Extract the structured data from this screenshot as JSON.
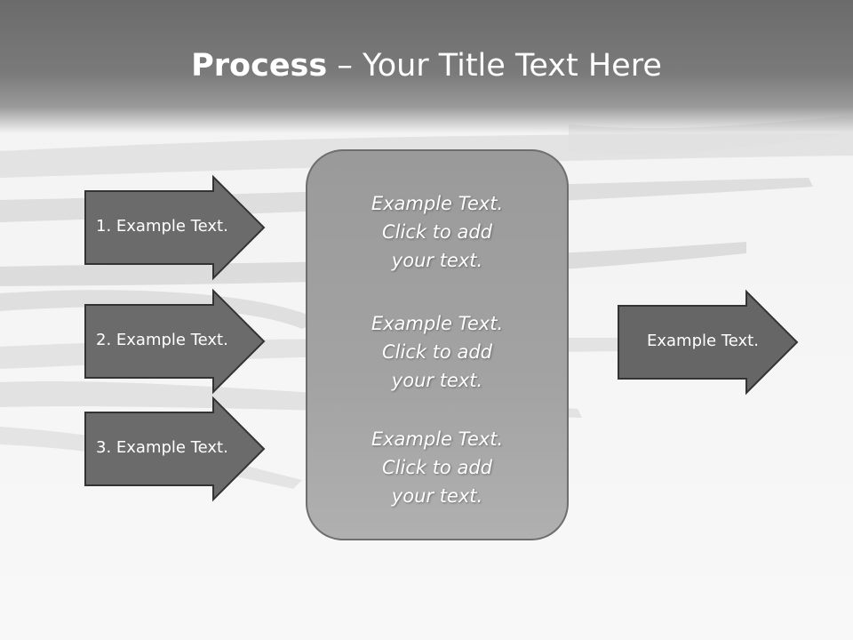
{
  "title": {
    "bold": "Process",
    "rest": " – Your Title Text Here"
  },
  "inputs": [
    {
      "label": "1. Example Text."
    },
    {
      "label": "2. Example Text."
    },
    {
      "label": "3. Example Text."
    }
  ],
  "center": {
    "blocks": [
      {
        "lines": [
          "Example Text.",
          "Click  to add",
          "your text."
        ]
      },
      {
        "lines": [
          "Example Text.",
          "Click  to add",
          "your text."
        ]
      },
      {
        "lines": [
          "Example Text.",
          "Click  to add",
          "your text."
        ]
      }
    ]
  },
  "output": {
    "label": "Example Text."
  },
  "colors": {
    "arrow_fill": "#6b6b6b",
    "arrow_stroke": "#333333",
    "box_fill": "#a3a3a3"
  }
}
